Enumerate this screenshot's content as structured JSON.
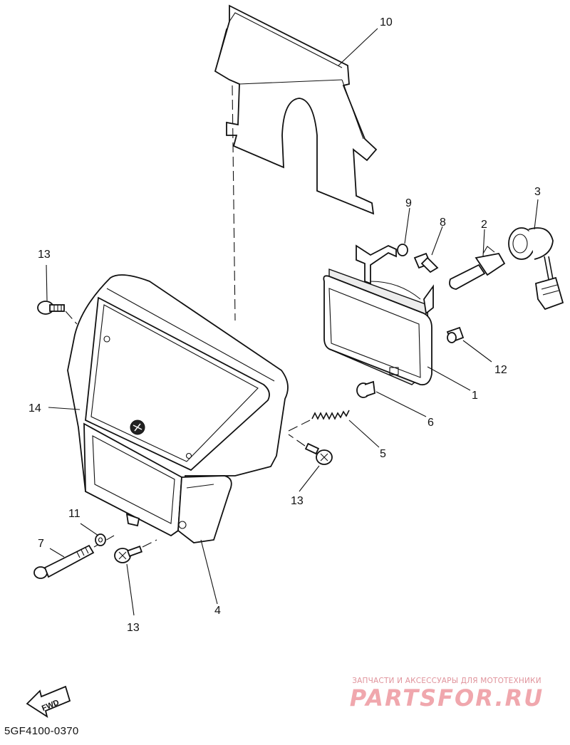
{
  "diagram": {
    "drawing_code": "5GF4100-0370",
    "fwd_arrow_label": "FWD",
    "callouts": [
      {
        "id": "callout-1",
        "label": "1"
      },
      {
        "id": "callout-2",
        "label": "2"
      },
      {
        "id": "callout-3",
        "label": "3"
      },
      {
        "id": "callout-4",
        "label": "4"
      },
      {
        "id": "callout-5",
        "label": "5"
      },
      {
        "id": "callout-6",
        "label": "6"
      },
      {
        "id": "callout-7",
        "label": "7"
      },
      {
        "id": "callout-8",
        "label": "8"
      },
      {
        "id": "callout-9",
        "label": "9"
      },
      {
        "id": "callout-10",
        "label": "10"
      },
      {
        "id": "callout-11",
        "label": "11"
      },
      {
        "id": "callout-12",
        "label": "12"
      },
      {
        "id": "callout-13a",
        "label": "13"
      },
      {
        "id": "callout-13b",
        "label": "13"
      },
      {
        "id": "callout-13c",
        "label": "13"
      },
      {
        "id": "callout-14",
        "label": "14"
      }
    ]
  },
  "watermark": {
    "caption": "ЗАПЧАСТИ И АКСЕССУАРЫ ДЛЯ МОТОТЕХНИКИ",
    "logo": "PARTSFOR.RU",
    "color": "#f0a7ad"
  }
}
